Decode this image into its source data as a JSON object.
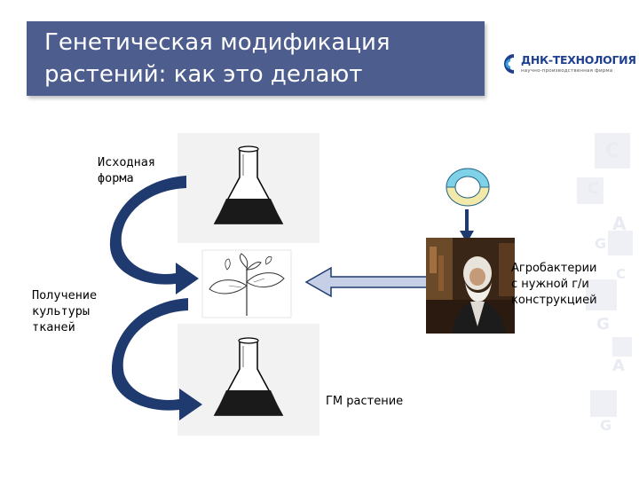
{
  "title": "Генетическая модификация\nрастений: как это делают",
  "logo": {
    "name": "ДНК-ТЕХНОЛОГИЯ",
    "tagline": "научно-производственная фирма"
  },
  "labels": {
    "source_form": "Исходная\nформа",
    "tissue_culture": "Получение\nкультуры\nтканей",
    "agrobacteria": "Агробактерии\nс нужной г/и\nконструкцией",
    "gm_plant": "ГМ растение"
  },
  "colors": {
    "title_bg": "#4d5d8e",
    "arrow": "#1f3a6e",
    "arrow_fill": "#c5d0e6",
    "plasmid": "#7fd1e8",
    "plasmid_insert": "#f3e9a8"
  },
  "icons": [
    "flask-icon",
    "plant-sketch-icon",
    "plasmid-icon",
    "photo-agrobacteria"
  ]
}
